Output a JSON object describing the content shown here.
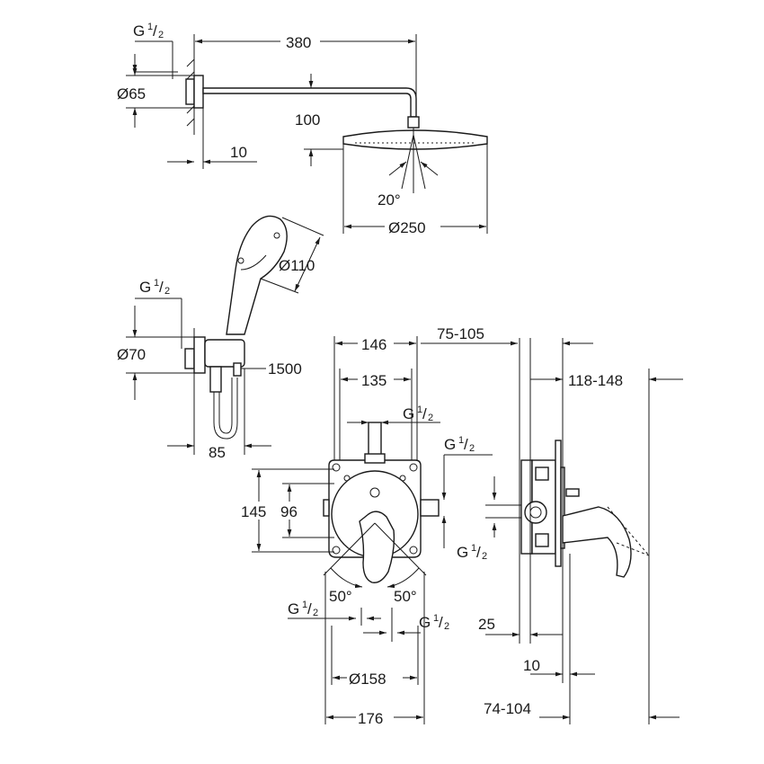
{
  "colors": {
    "line": "#1a1a1a",
    "background": "#ffffff"
  },
  "dimensions": {
    "arm_length": "380",
    "arm_drop": "100",
    "wall_offset": "10",
    "flange_diameter_top": "Ø65",
    "head_angle": "20°",
    "head_diameter": "Ø250",
    "hand_shower_diameter": "Ø110",
    "hose_length": "1500",
    "outlet_diameter": "Ø70",
    "outlet_projection": "85",
    "box_width": "146",
    "box_inner_width": "135",
    "box_height": "145",
    "box_inner_height": "96",
    "rosette_diameter": "Ø158",
    "rosette_overall": "176",
    "angle_left": "50°",
    "angle_right": "50°",
    "install_depth": "75-105",
    "projection": "118-148",
    "depth_25": "25",
    "depth_10": "10",
    "adjust_range": "74-104"
  },
  "thread": {
    "label": "G",
    "num": "1",
    "den": "2"
  }
}
